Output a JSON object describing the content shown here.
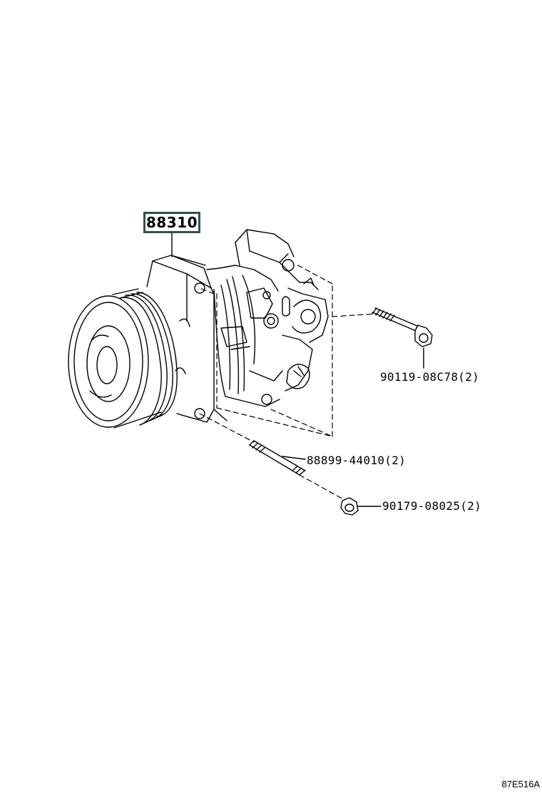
{
  "callouts": {
    "compressor": "88310",
    "bolt": "90119-08C78(2)",
    "stud": "88899-44010(2)",
    "nut": "90179-08025(2)"
  },
  "diagram_id": "87E516A"
}
